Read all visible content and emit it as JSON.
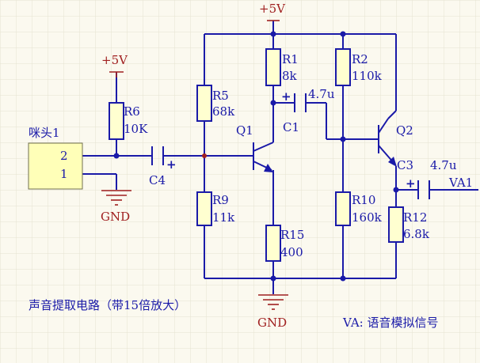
{
  "labels": {
    "vcc_top": "+5V",
    "vcc_left": "+5V",
    "gnd_left": "GND",
    "gnd_bottom": "GND",
    "r1": "R1",
    "r1_val": "8k",
    "r2": "R2",
    "r2_val": "110k",
    "r5": "R5",
    "r5_val": "68k",
    "r6": "R6",
    "r6_val": "10K",
    "r9": "R9",
    "r9_val": "11k",
    "r10": "R10",
    "r10_val": "160k",
    "r12": "R12",
    "r12_val": "6.8k",
    "r15": "R15",
    "r15_val": "400",
    "c1": "C1",
    "c1_val": "4.7u",
    "c3": "C3",
    "c3_val": "4.7u",
    "c4": "C4",
    "q1": "Q1",
    "q2": "Q2",
    "mic": "咪头1",
    "pin2": "2",
    "pin1": "1",
    "output": "VA1",
    "caption": "声音提取电路（带15倍放大）",
    "legend": "VA: 语音模拟信号"
  },
  "colors": {
    "wire": "#1a1aa8",
    "power": "#a02020",
    "component_fill": "#ffffd0",
    "background": "#fbf9ef",
    "grid": "#e6e2d0"
  }
}
